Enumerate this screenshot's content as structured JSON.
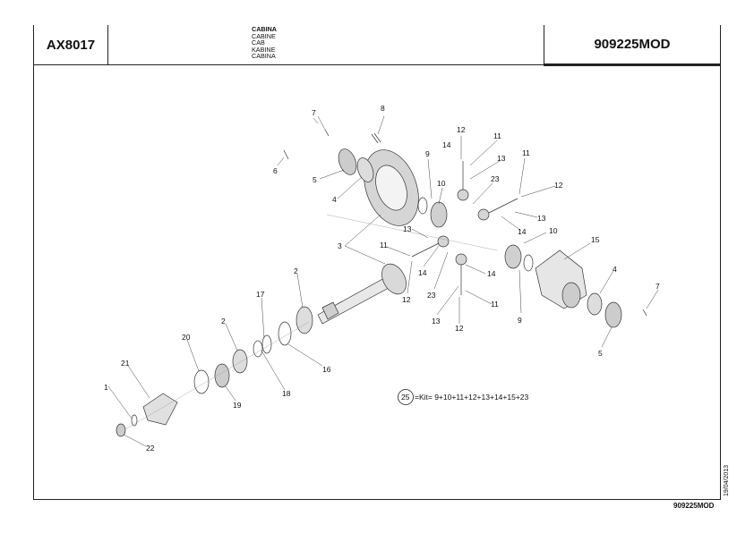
{
  "header": {
    "left_code": "AX8017",
    "right_code": "909225MOD",
    "cabin_labels": [
      "CABINA",
      "CABINE",
      "CAB",
      "KABINE",
      "CABINA"
    ]
  },
  "footer": {
    "code": "909225MOD",
    "date": "19/04/2013"
  },
  "kit": {
    "number": "25",
    "text": "=Kit= 9+10+11+12+13+14+15+23"
  },
  "callouts": [
    "7",
    "8",
    "6",
    "5",
    "4",
    "3",
    "9",
    "10",
    "12",
    "11",
    "14",
    "13",
    "23",
    "11",
    "12",
    "13",
    "14",
    "10",
    "15",
    "4",
    "7",
    "5",
    "13",
    "11",
    "12",
    "14",
    "14",
    "23",
    "13",
    "11",
    "12",
    "9",
    "2",
    "17",
    "16",
    "2",
    "18",
    "20",
    "19",
    "21",
    "1",
    "22"
  ]
}
